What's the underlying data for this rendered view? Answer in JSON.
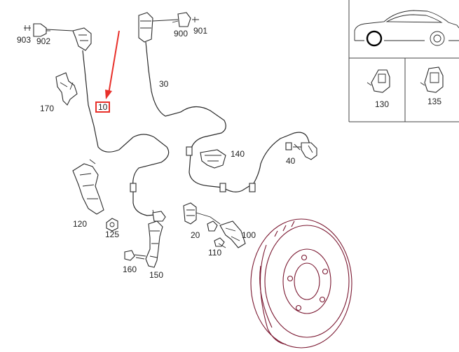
{
  "diagram": {
    "highlight_color": "#e8302a",
    "labels": {
      "l903": "903",
      "l902": "902",
      "l900": "900",
      "l901": "901",
      "l170": "170",
      "l10": "10",
      "l30": "30",
      "l140": "140",
      "l40": "40",
      "l120": "120",
      "l125": "125",
      "l20": "20",
      "l110": "110",
      "l100": "100",
      "l160": "160",
      "l150": "150",
      "l130": "130",
      "l135": "135"
    },
    "highlighted_part": "10"
  }
}
